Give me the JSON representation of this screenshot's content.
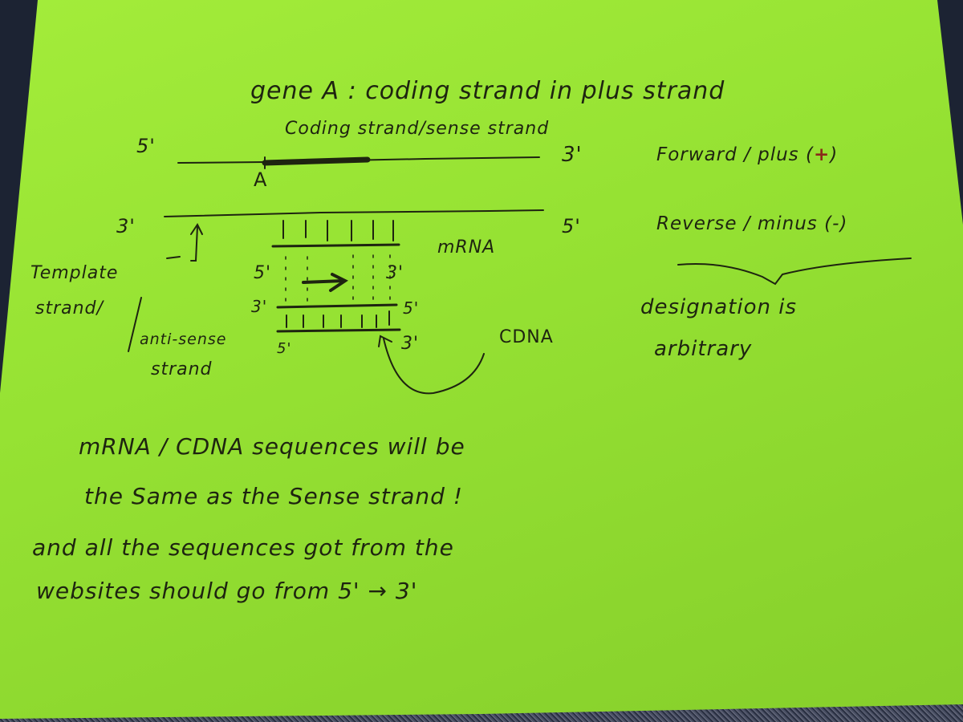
{
  "photo": {
    "subject": "handwritten sticky note",
    "note_color": "#96e233",
    "background_color": "#1c2333",
    "ink_color": "#1e2410"
  },
  "note": {
    "title": "gene A :  coding strand in  plus  strand",
    "diagram": {
      "coding_strand_label": "Coding strand/sense strand",
      "top_strand": {
        "left_end": "5'",
        "right_end": "3'",
        "gene_marker": "A"
      },
      "bottom_strand": {
        "left_end": "3'",
        "right_end": "5'"
      },
      "template_label_line1": "Template",
      "template_label_line2": "strand/",
      "antisense_label_line1": "anti-sense",
      "antisense_label_line2": "strand",
      "mrna_label": "mRNA",
      "mrna_5prime": "5'",
      "mrna_3prime": "3'",
      "cdna_upper_left": "3'",
      "cdna_upper_right": "5'",
      "cdna_lower_left": "5'",
      "cdna_lower_right": "3'",
      "cdna_label": "CDNA"
    },
    "strand_designation": {
      "forward_label": "Forward / plus (",
      "forward_symbol": "+",
      "forward_close": ")",
      "reverse_label": "Reverse / minus (-)",
      "brace_note_line1": "designation  is",
      "brace_note_line2": "arbitrary"
    },
    "conclusion": {
      "line1": "mRNA / CDNA  sequences   will  be",
      "line2": "the  Same    as   the  Sense  strand !",
      "line3": "and  all  the  sequences  got  from  the",
      "line4": "websites   should  go  from  5' → 3'"
    }
  }
}
